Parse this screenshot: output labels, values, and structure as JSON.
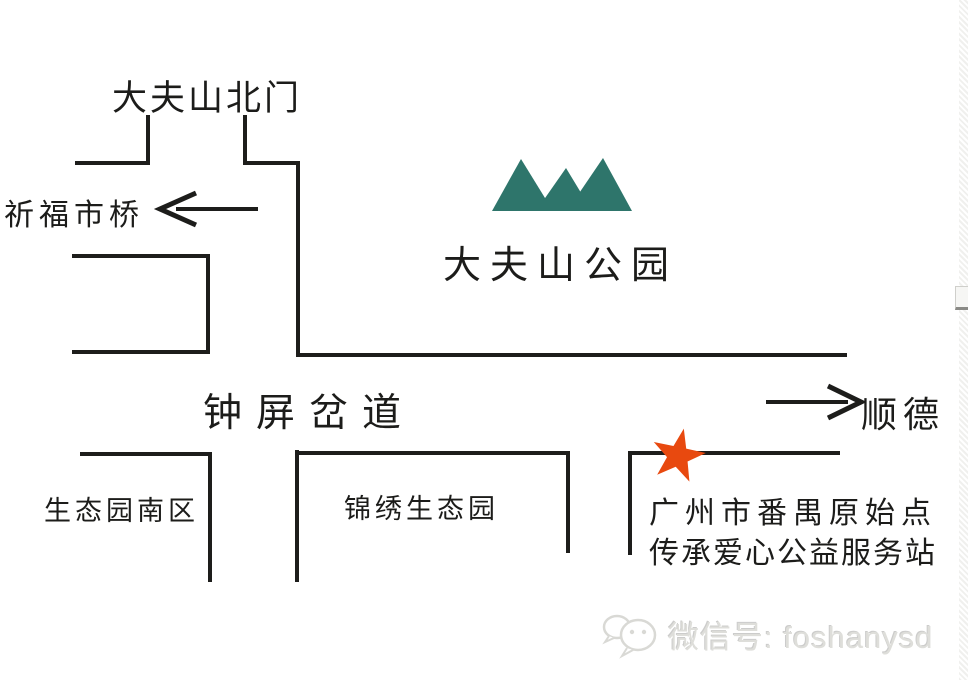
{
  "map": {
    "north_gate_label": "大夫山北门",
    "qifu_label": "祈福市桥",
    "park_label": "大夫山公园",
    "fork_label": "钟屏岔道",
    "shunde_label": "顺德",
    "eco_south_label": "生态园南区",
    "jinxiu_label": "锦绣生态园",
    "station_line1": "广州市番禺原始点",
    "station_line2": "传承爱心公益服务站",
    "colors": {
      "road": "#1d1d1b",
      "mountain": "#2e756b",
      "star": "#e8490f",
      "watermark": "#d6d6d2"
    }
  },
  "watermark": {
    "wechat_text": "微信号: foshanysd"
  }
}
